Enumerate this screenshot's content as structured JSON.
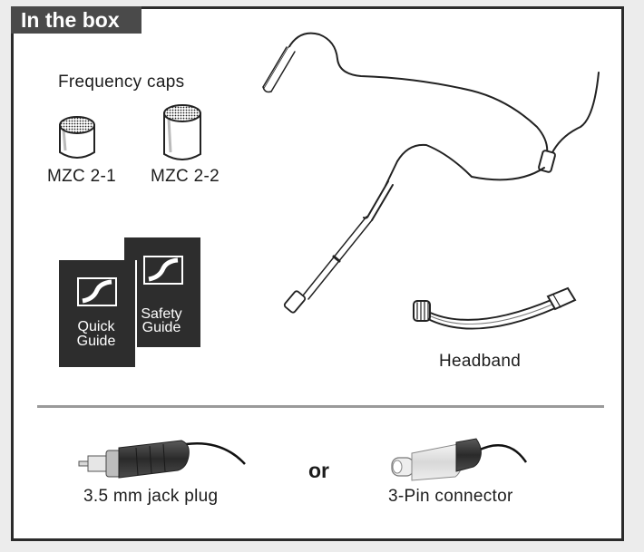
{
  "section_title": "In the box",
  "caps": {
    "heading": "Frequency caps",
    "cap1": "MZC 2-1",
    "cap2": "MZC 2-2"
  },
  "guides": {
    "quick_line1": "Quick",
    "quick_line2": "Guide",
    "safety_line1": "Safety",
    "safety_line2": "Guide"
  },
  "headband_label": "Headband",
  "connectors": {
    "jack_label": "3.5 mm jack plug",
    "or_label": "or",
    "pin_label": "3-Pin connector"
  }
}
